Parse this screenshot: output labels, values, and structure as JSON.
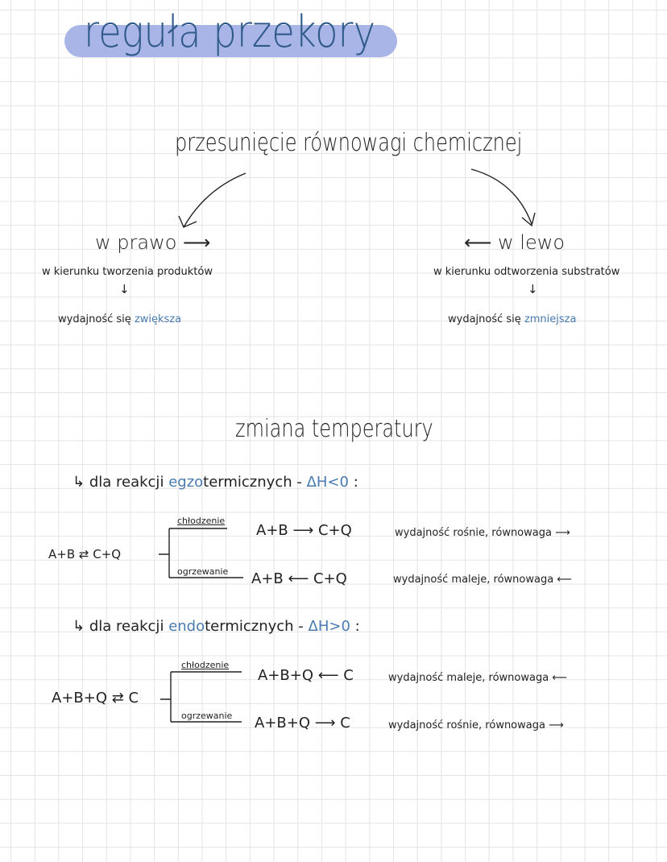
{
  "title": "reguła przekory",
  "shift": {
    "heading": "przesunięcie równowagi chemicznej",
    "right": {
      "label": "w prawo",
      "arrow": "⟶",
      "desc": "w kierunku tworzenia produktów",
      "down": "↓",
      "result_prefix": "wydajność się",
      "result_highlight": "zwiększa"
    },
    "left": {
      "label": "w lewo",
      "arrow": "⟵",
      "desc": "w kierunku odtworzenia substratów",
      "down": "↓",
      "result_prefix": "wydajność się",
      "result_highlight": "zmniejsza"
    }
  },
  "temperature": {
    "heading": "zmiana temperatury",
    "exo": {
      "bullet": "↳",
      "prefix": "dla reakcji",
      "highlight": "egzo",
      "suffix": "termicznych -",
      "condition": "ΔH<0",
      "colon": ":",
      "equation": "A+B ⇄ C+Q",
      "cases": [
        {
          "label": "chłodzenie",
          "equation": "A+B ⟶ C+Q",
          "result": "wydajność rośnie, równowaga ⟶"
        },
        {
          "label": "ogrzewanie",
          "equation": "A+B ⟵ C+Q",
          "result": "wydajność maleje, równowaga ⟵"
        }
      ]
    },
    "endo": {
      "bullet": "↳",
      "prefix": "dla reakcji",
      "highlight": "endo",
      "suffix": "termicznych -",
      "condition": "ΔH>0",
      "colon": ":",
      "equation": "A+B+Q ⇄ C",
      "cases": [
        {
          "label": "chłodzenie",
          "equation": "A+B+Q ⟵ C",
          "result": "wydajność maleje, równowaga ⟵"
        },
        {
          "label": "ogrzewanie",
          "equation": "A+B+Q ⟶ C",
          "result": "wydajność rośnie, równowaga ⟶"
        }
      ]
    }
  }
}
